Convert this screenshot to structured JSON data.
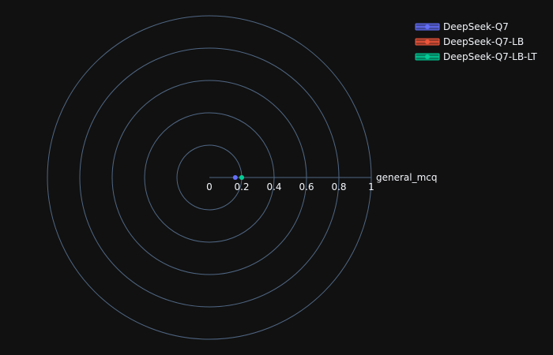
{
  "chart_data": {
    "type": "polar-scatter",
    "angular_axis": {
      "categories": [
        "general_mcq"
      ]
    },
    "radial_axis": {
      "range": [
        0,
        1
      ],
      "ticks": [
        "0",
        "0.2",
        "0.4",
        "0.6",
        "0.8",
        "1"
      ]
    },
    "grid": true,
    "legend_position": "top-right",
    "series": [
      {
        "name": "DeepSeek-Q7",
        "theta": "general_mcq",
        "r": 0.16,
        "color": "#636efa"
      },
      {
        "name": "DeepSeek-Q7-LB",
        "theta": "general_mcq",
        "r": 0.2,
        "color": "#ef553b"
      },
      {
        "name": "DeepSeek-Q7-LB-LT",
        "theta": "general_mcq",
        "r": 0.2,
        "color": "#00cc96"
      }
    ],
    "colors": {
      "background": "#111111",
      "grid": "#506784",
      "text": "#f2f5fa"
    }
  }
}
